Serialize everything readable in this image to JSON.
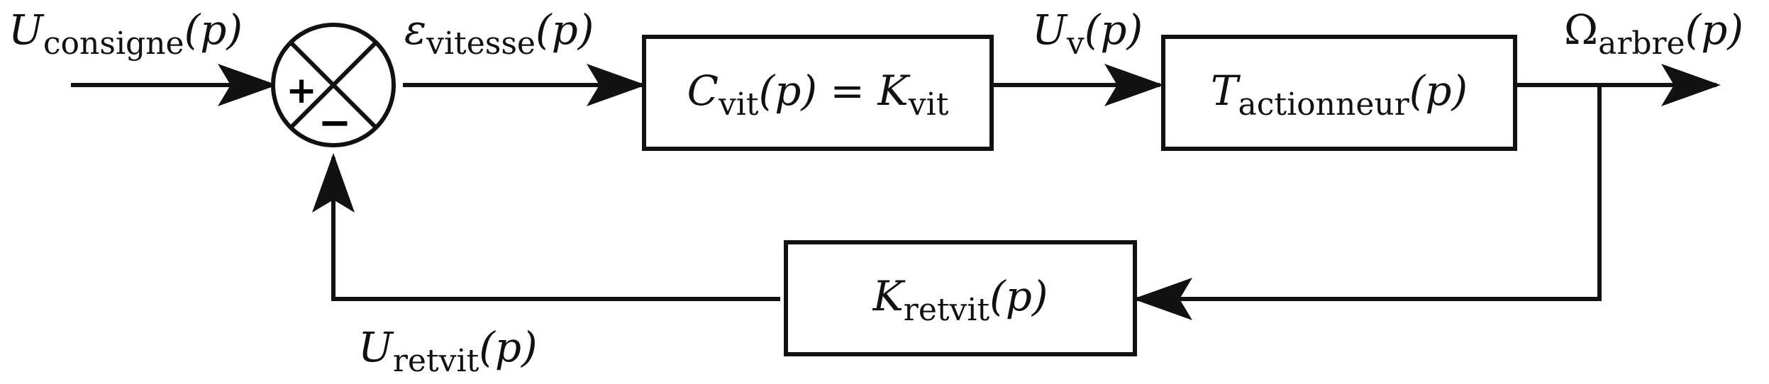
{
  "inputs": {
    "setpoint": {
      "symbol": "U",
      "subscript": "consigne",
      "arg": "(p)"
    }
  },
  "signals": {
    "error": {
      "symbol": "ε",
      "subscript": "vitesse",
      "arg": "(p)"
    },
    "command": {
      "symbol": "U",
      "subscript": "v",
      "arg": "(p)"
    },
    "output": {
      "symbol": "Ω",
      "subscript": "arbre",
      "arg": "(p)"
    },
    "feedback": {
      "symbol": "U",
      "subscript": "retvit",
      "arg": "(p)"
    }
  },
  "blocks": {
    "controller": {
      "symbol": "C",
      "subscript": "vit",
      "arg": "(p)",
      "equals": " = ",
      "gain_symbol": "K",
      "gain_subscript": "vit"
    },
    "actuator": {
      "symbol": "T",
      "subscript": "actionneur",
      "arg": "(p)"
    },
    "sensor": {
      "symbol": "K",
      "subscript": "retvit",
      "arg": "(p)"
    }
  },
  "summing_junction": {
    "plus": "+",
    "minus": "−"
  }
}
